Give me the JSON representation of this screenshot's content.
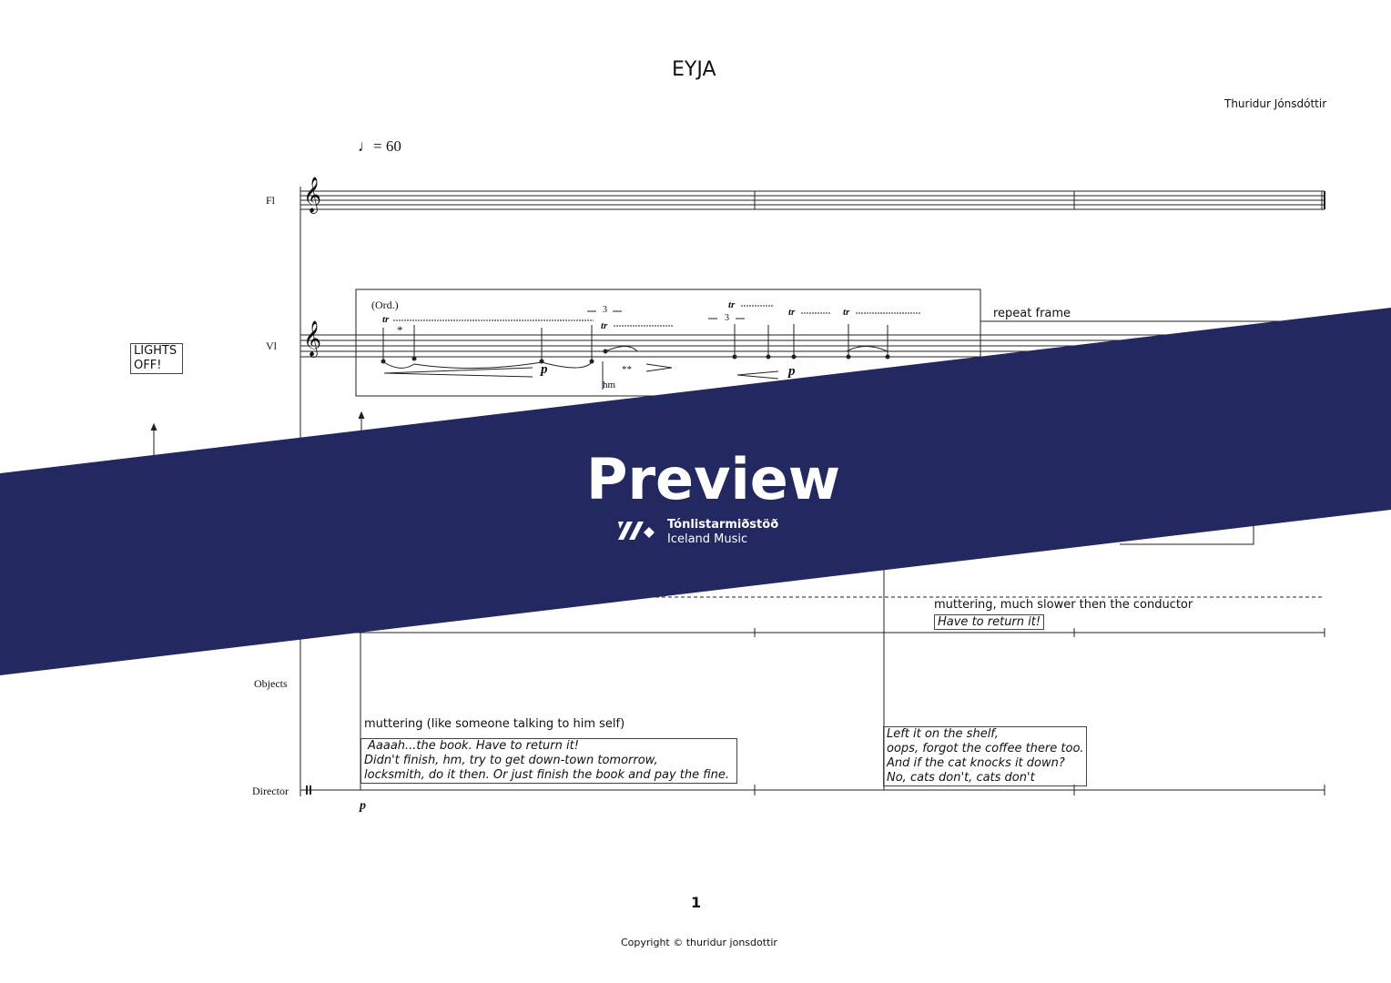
{
  "score": {
    "title": "EYJA",
    "composer": "Thuridur Jónsdóttir",
    "tempo": "= 60",
    "instruments": [
      "Fl",
      "Vl",
      "Objects",
      "Director"
    ],
    "lights_cue": "LIGHTS OFF!",
    "vl_frame": {
      "ord_marking": "(Ord.)",
      "tuplet_1": "3",
      "tuplet_2": "3",
      "trill": "tr",
      "asterisk_1": "*",
      "asterisk_2": "**",
      "dynamic_1": "p",
      "dynamic_2": "p",
      "hm": "hm",
      "repeat_frame": "repeat frame"
    },
    "objects_text": {
      "muttering_2": "muttering, much slower then the conductor",
      "boxed_2": "Have to return it!"
    },
    "director_text": {
      "muttering_1": "muttering (like someone talking to him self)",
      "box_1_lines": [
        "Aaaah...the book.  Have to return it!",
        "Didn't finish, hm, try to get down-town tomorrow,",
        "locksmith, do it then.  Or just finish the book and pay the fine."
      ],
      "box_2_lines": [
        "Left it on the shelf,",
        "oops, forgot the coffee there too.",
        "And if the cat knocks it down?",
        "No, cats don't, cats don't"
      ],
      "dynamic": "p"
    },
    "page_number": "1",
    "copyright": "Copyright © thuridur jonsdottir"
  },
  "banner": {
    "label": "Preview",
    "brand_line_1": "Tónlistarmiðstöð",
    "brand_line_2": "Iceland Music",
    "color": "#232861"
  }
}
